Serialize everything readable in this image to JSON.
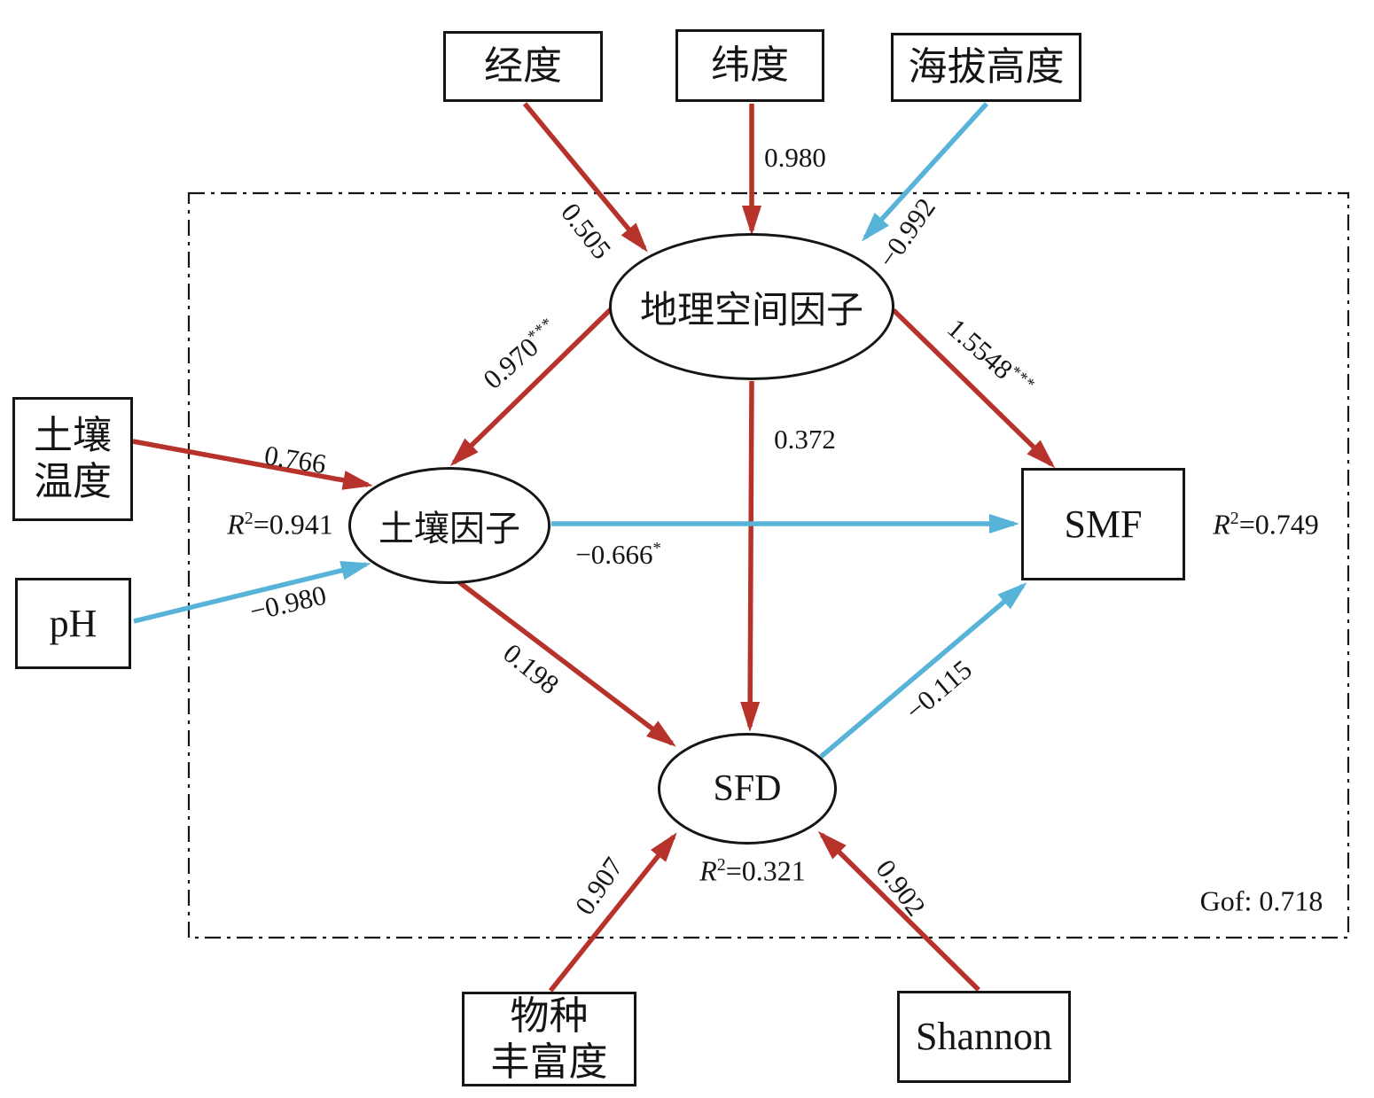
{
  "figure": {
    "kind": "structural-equation-model-path-diagram",
    "gof_label": "Gof: 0.718"
  },
  "colors": {
    "positive_path": "#b8322c",
    "negative_path": "#57b3d8",
    "line": "#151515",
    "background": "#ffffff"
  },
  "nodes": {
    "longitude": {
      "label": "经度"
    },
    "latitude": {
      "label": "纬度"
    },
    "altitude": {
      "label": "海拔高度"
    },
    "geo_factor": {
      "label": "地理空间因子"
    },
    "soil_temperature": {
      "label_line1": "土壤",
      "label_line2": "温度"
    },
    "ph": {
      "label": "pH"
    },
    "soil_factor": {
      "label": "土壤因子",
      "r2_base": "R",
      "r2_sup": "2",
      "r2_value": "=0.941"
    },
    "smf": {
      "label": "SMF",
      "r2_base": "R",
      "r2_sup": "2",
      "r2_value": "=0.749"
    },
    "sfd": {
      "label": "SFD",
      "r2_base": "R",
      "r2_sup": "2",
      "r2_value": "=0.321"
    },
    "species_richness": {
      "label_line1": "物种",
      "label_line2": "丰富度"
    },
    "shannon": {
      "label": "Shannon"
    }
  },
  "paths": {
    "longitude_to_geo": {
      "value": "0.505",
      "sig": "",
      "sign": "positive"
    },
    "latitude_to_geo": {
      "value": "0.980",
      "sig": "",
      "sign": "positive"
    },
    "altitude_to_geo": {
      "value": "−0.992",
      "sig": "",
      "sign": "negative"
    },
    "geo_to_soil": {
      "value": "0.970",
      "sig": "***",
      "sign": "positive"
    },
    "geo_to_sfd": {
      "value": "0.372",
      "sig": "",
      "sign": "positive"
    },
    "geo_to_smf": {
      "value": "1.5548",
      "sig": "***",
      "sign": "positive"
    },
    "soiltemp_to_soil": {
      "value": "0.766",
      "sig": "",
      "sign": "positive"
    },
    "ph_to_soil": {
      "value": "−0.980",
      "sig": "",
      "sign": "negative"
    },
    "soil_to_smf": {
      "value": "−0.666",
      "sig": "*",
      "sign": "negative"
    },
    "soil_to_sfd": {
      "value": "0.198",
      "sig": "",
      "sign": "positive"
    },
    "sfd_to_smf": {
      "value": "−0.115",
      "sig": "",
      "sign": "negative"
    },
    "richness_to_sfd": {
      "value": "0.907",
      "sig": "",
      "sign": "positive"
    },
    "shannon_to_sfd": {
      "value": "0.902",
      "sig": "",
      "sign": "positive"
    }
  }
}
